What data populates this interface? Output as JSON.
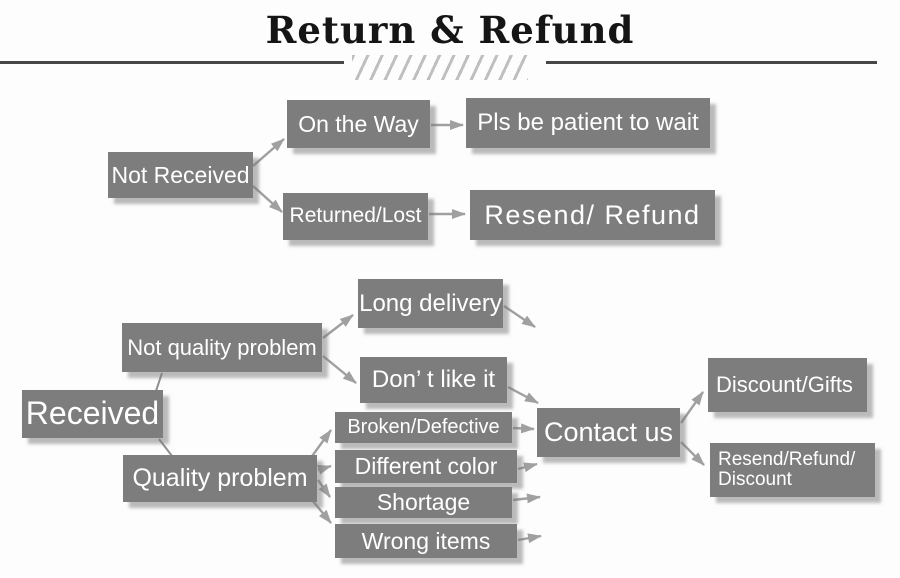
{
  "title": "Return & Refund",
  "colors": {
    "box": "#7d7d7d",
    "box_text": "#ffffff",
    "arrow": "#a0a0a0",
    "connector": "#8f8f8f",
    "title_text": "#151515",
    "rule": "#474747",
    "hatch": "#bfbfbf",
    "background": "#fdfdfd"
  },
  "nodes": {
    "not_received": "Not Received",
    "on_the_way": "On the Way",
    "pls_wait": "Pls be patient to wait",
    "returned_lost": "Returned/Lost",
    "resend_refund": "Resend/ Refund",
    "received": "Received",
    "not_quality_problem": "Not quality problem",
    "quality_problem": "Quality problem",
    "long_delivery": "Long delivery",
    "dont_like_it": "Don’ t like it",
    "broken_defective": "Broken/Defective",
    "different_color": "Different color",
    "shortage": "Shortage",
    "wrong_items": "Wrong items",
    "contact_us": "Contact us",
    "discount_gifts": "Discount/Gifts",
    "resend_refund_discount_line1": "Resend/Refund/",
    "resend_refund_discount_line2": "Discount"
  }
}
